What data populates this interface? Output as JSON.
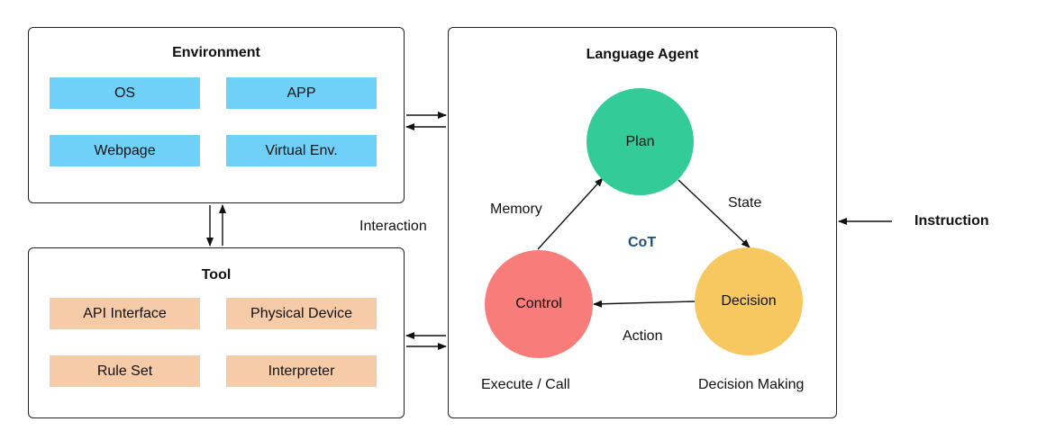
{
  "environment": {
    "title": "Environment",
    "items": [
      "OS",
      "APP",
      "Webpage",
      "Virtual Env."
    ]
  },
  "tool": {
    "title": "Tool",
    "items": [
      "API Interface",
      "Physical Device",
      "Rule Set",
      "Interpreter"
    ]
  },
  "interaction_label": "Interaction",
  "agent": {
    "title": "Language Agent",
    "center_label": "CoT",
    "nodes": {
      "plan": "Plan",
      "control": "Control",
      "decision": "Decision"
    },
    "edges": {
      "memory": "Memory",
      "state": "State",
      "action": "Action"
    },
    "captions": {
      "control": "Execute / Call",
      "decision": "Decision Making"
    }
  },
  "instruction_label": "Instruction",
  "colors": {
    "env_box": "#6fd0f8",
    "tool_box": "#f6cba8",
    "plan": "#33cc99",
    "control": "#f87c79",
    "decision": "#f6c85f",
    "cot": "#1f4e79"
  }
}
